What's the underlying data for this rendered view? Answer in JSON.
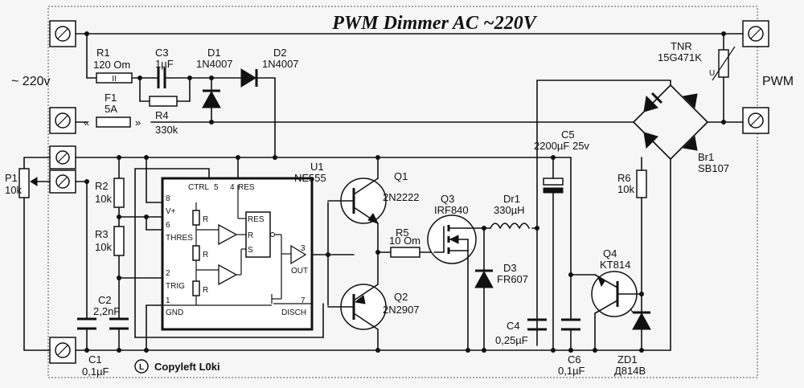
{
  "title": "PWM Dimmer   AC  ~220V",
  "input_label": "~ 220v",
  "output_label": "PWM",
  "copyleft": "Copyleft L0ki",
  "copyleft_symbol": "L",
  "components": {
    "R1": {
      "ref": "R1",
      "value": "120 Om",
      "mark": "II"
    },
    "C3": {
      "ref": "C3",
      "value": "1µF"
    },
    "R4": {
      "ref": "R4",
      "value": "330k"
    },
    "D1": {
      "ref": "D1",
      "value": "1N4007"
    },
    "D2": {
      "ref": "D2",
      "value": "1N4007"
    },
    "F1": {
      "ref": "F1",
      "value": "5A"
    },
    "TNR": {
      "ref": "TNR",
      "value": "15G471K",
      "mark": "U"
    },
    "P1": {
      "ref": "P1",
      "value": "10k"
    },
    "R2": {
      "ref": "R2",
      "value": "10k"
    },
    "R3": {
      "ref": "R3",
      "value": "10k"
    },
    "C2": {
      "ref": "C2",
      "value": "2,2nF"
    },
    "C1": {
      "ref": "C1",
      "value": "0,1µF"
    },
    "U1": {
      "ref": "U1",
      "value": "NE555"
    },
    "Q1": {
      "ref": "Q1",
      "value": "2N2222"
    },
    "Q2": {
      "ref": "Q2",
      "value": "2N2907"
    },
    "Q3": {
      "ref": "Q3",
      "value": "IRF840"
    },
    "R5": {
      "ref": "R5",
      "value": "10 Om"
    },
    "Dr1": {
      "ref": "Dr1",
      "value": "330µH"
    },
    "D3": {
      "ref": "D3",
      "value": "FR607"
    },
    "C4": {
      "ref": "C4",
      "value": "0,25µF"
    },
    "C5": {
      "ref": "C5",
      "value": "2200µF 25v"
    },
    "C6": {
      "ref": "C6",
      "value": "0,1µF"
    },
    "Q4": {
      "ref": "Q4",
      "value": "KT814"
    },
    "R6": {
      "ref": "R6",
      "value": "10k"
    },
    "ZD1": {
      "ref": "ZD1",
      "value": "Д814В"
    },
    "Br1": {
      "ref": "Br1",
      "value": "SB107"
    }
  },
  "ic_pins": {
    "p8": "8",
    "vplus": "V+",
    "p6": "6",
    "thres": "THRES",
    "p2": "2",
    "trig": "TRIG",
    "p1": "1",
    "gnd": "GND",
    "p5": "5",
    "ctrl": "CTRL",
    "p4": "4",
    "res": "RES",
    "p3": "3",
    "out": "OUT",
    "p7": "7",
    "disch": "DISCH",
    "r": "R",
    "ff_res": "RES",
    "ff_r": "R",
    "ff_s": "S"
  }
}
